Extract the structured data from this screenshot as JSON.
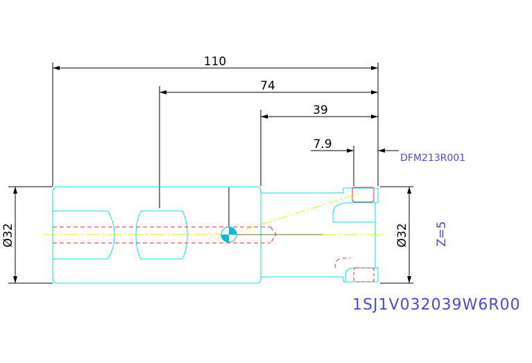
{
  "dimensions": {
    "overall_length": "110",
    "length_74": "74",
    "length_39": "39",
    "length_7_9": "7.9",
    "shank_diameter": "Ø32",
    "head_diameter": "Ø32"
  },
  "insert_label": "DFM213R001",
  "teeth_label": "Z=5",
  "part_number": "1SJ1V032039W6R00",
  "colors": {
    "outline": "#00e5ee",
    "hidden": "#ff2020",
    "dimension": "#000000",
    "label": "#4a4ad8",
    "centerline": "#e8e800",
    "datum": "#00bcd4"
  }
}
